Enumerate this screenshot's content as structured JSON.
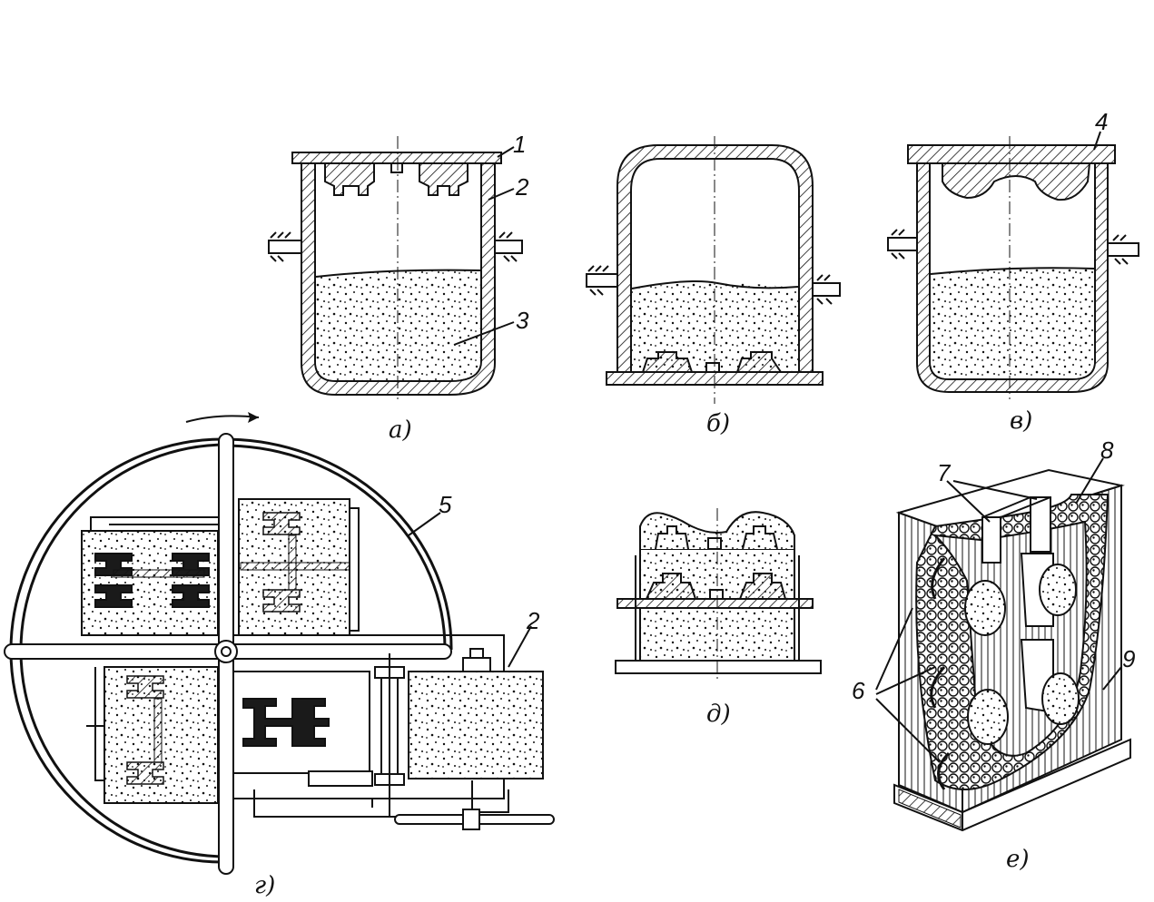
{
  "panels": {
    "a": "а)",
    "b": "б)",
    "v": "в)",
    "g": "г)",
    "d": "д)",
    "e": "е)"
  },
  "callouts": {
    "n1": "1",
    "n2a": "2",
    "n3": "3",
    "n4": "4",
    "n5": "5",
    "n2g": "2",
    "n6": "6",
    "n7": "7",
    "n8": "8",
    "n9": "9"
  }
}
